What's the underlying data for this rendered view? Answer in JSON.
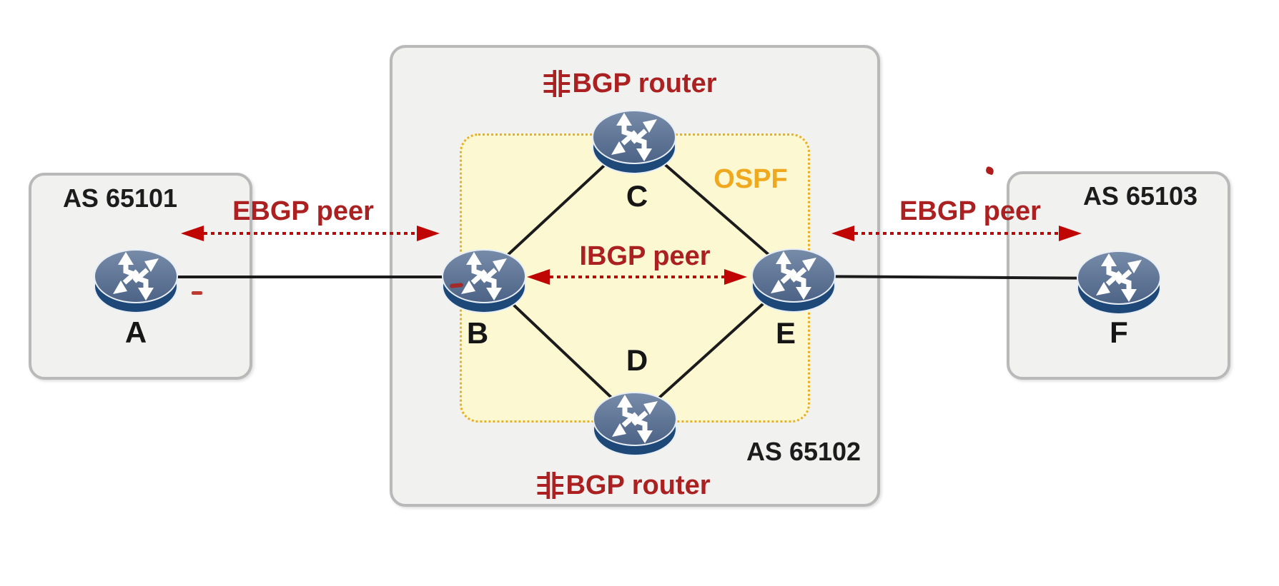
{
  "as_domains": [
    {
      "label": "AS 65101"
    },
    {
      "label": "AS 65102"
    },
    {
      "label": "AS 65103"
    }
  ],
  "ospf_area": {
    "label": "OSPF"
  },
  "routers": [
    {
      "label": "A"
    },
    {
      "label": "B"
    },
    {
      "label": "C"
    },
    {
      "label": "D"
    },
    {
      "label": "E"
    },
    {
      "label": "F"
    }
  ],
  "physical_links": [
    [
      "A",
      "B"
    ],
    [
      "B",
      "C"
    ],
    [
      "C",
      "E"
    ],
    [
      "B",
      "D"
    ],
    [
      "D",
      "E"
    ],
    [
      "E",
      "F"
    ]
  ],
  "bgp_peerings": [
    {
      "type": "EBGP",
      "label": "EBGP peer",
      "between": [
        "A",
        "B"
      ]
    },
    {
      "type": "IBGP",
      "label": "IBGP peer",
      "between": [
        "B",
        "E"
      ]
    },
    {
      "type": "EBGP",
      "label": "EBGP peer",
      "between": [
        "E",
        "F"
      ]
    }
  ],
  "annotations": {
    "top_non_bgp": {
      "full_text": "非BGP router",
      "cjk_prefix": "非",
      "latin_text": "BGP router"
    },
    "bottom_non_bgp": {
      "full_text": "非BGP router",
      "cjk_prefix": "非",
      "latin_text": "BGP router"
    }
  },
  "colors": {
    "peer_text_red": "#ab2020",
    "arrow_red": "#c00505",
    "ospf_orange": "#f0a81e",
    "as_box_fill": "#f1f1f0",
    "as_box_border": "#b9b9b9",
    "ospf_area_fill": "#fcf8d2",
    "ospf_area_border": "#e9ae2a",
    "router_body_blue": "#5d7394",
    "router_rim_navy": "#1d4878",
    "link_black": "#1b1b1b"
  }
}
